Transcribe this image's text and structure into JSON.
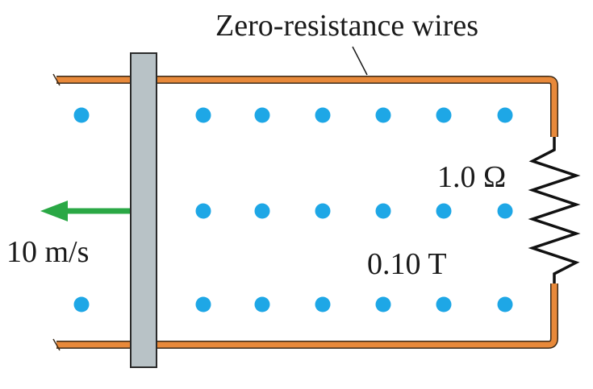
{
  "labels": {
    "wires": "Zero-resistance wires",
    "speed": "10 m/s",
    "resistance": "1.0 Ω",
    "field": "0.10 T"
  },
  "colors": {
    "wire": "#e8893a",
    "wire_outline": "#3a2a1a",
    "rod": "#b8c2c6",
    "rod_outline": "#2a2a2a",
    "arrow": "#2aa845",
    "field_dot": "#1ea7e6",
    "resistor": "#111111",
    "text": "#1a1a1a"
  },
  "icons": {
    "velocity": "left-arrow-icon",
    "field": "field-out-of-page-dot-icon",
    "resistor": "resistor-zigzag-icon"
  }
}
